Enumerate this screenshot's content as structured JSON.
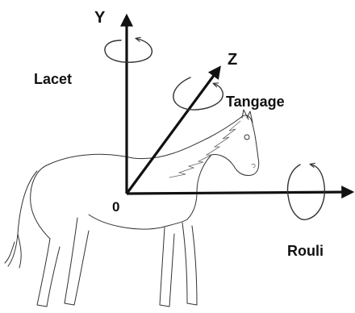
{
  "axes": {
    "y": "Y",
    "z": "Z",
    "origin": "0"
  },
  "rotations": {
    "yaw": "Lacet",
    "pitch": "Tangage",
    "roll": "Rouli"
  },
  "colors": {
    "ink": "#111111",
    "sketch": "#333333",
    "background": "#ffffff"
  }
}
